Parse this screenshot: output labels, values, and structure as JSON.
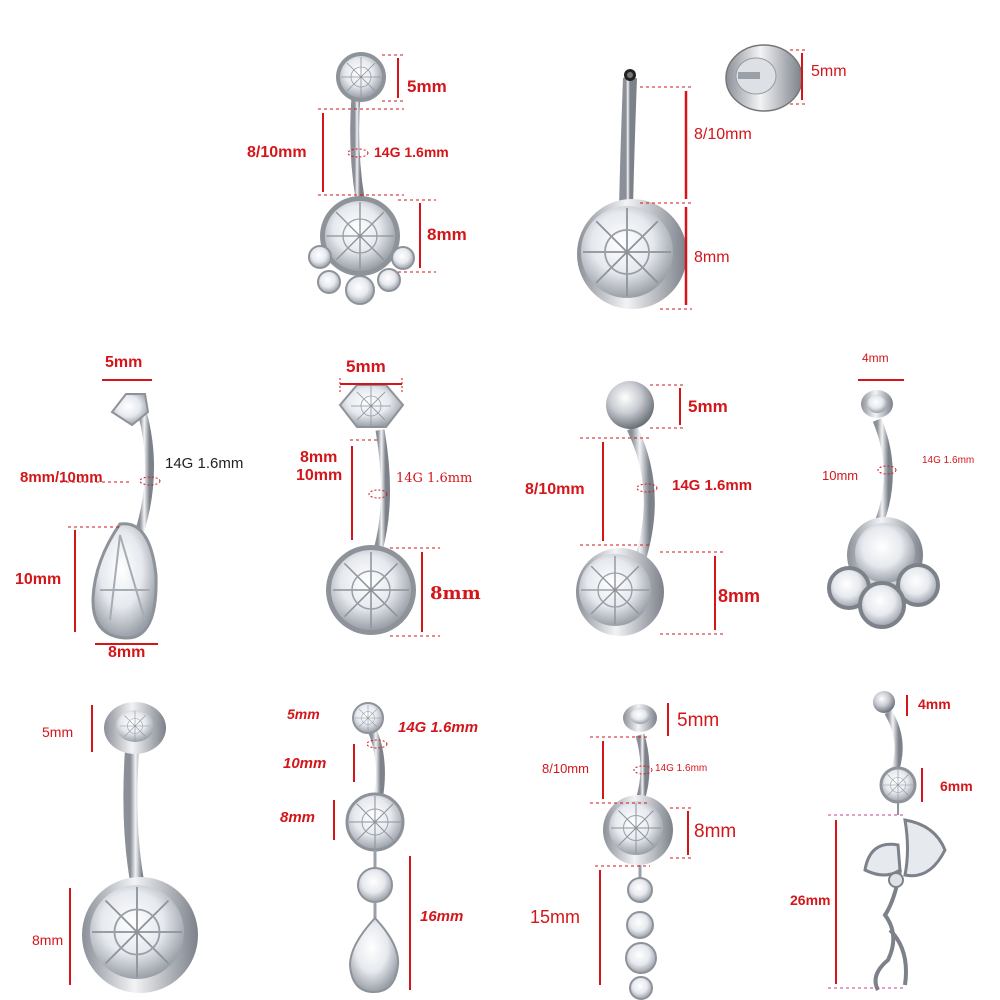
{
  "colors": {
    "annotation": "#d4161a",
    "metal": "#b8bcc4",
    "gem": "#e9edf2",
    "background": "#ffffff"
  },
  "products": [
    {
      "name": "triple-cluster-navel-ring",
      "labels": {
        "top_gem": "5mm",
        "bar_length": "8/10mm",
        "gauge": "14G 1.6mm",
        "bottom_gem": "8mm"
      }
    },
    {
      "name": "internally-threaded-navel-ring",
      "labels": {
        "top_ball": "5mm",
        "bar_length": "8/10mm",
        "bottom_gem": "8mm"
      }
    },
    {
      "name": "teardrop-navel-ring",
      "labels": {
        "top_width": "5mm",
        "bar_length": "8mm/10mm",
        "gauge": "14G 1.6mm",
        "drop_height": "10mm",
        "drop_width": "8mm"
      }
    },
    {
      "name": "prong-set-navel-ring",
      "labels": {
        "top_width": "5mm",
        "bar_length_a": "8mm",
        "bar_length_b": "10mm",
        "gauge": "14G 1.6mm",
        "bottom_gem": "8mm"
      }
    },
    {
      "name": "ball-top-navel-ring",
      "labels": {
        "top_ball": "5mm",
        "bar_length": "8/10mm",
        "gauge": "14G 1.6mm",
        "bottom_gem": "8mm"
      }
    },
    {
      "name": "flower-cluster-navel-ring",
      "labels": {
        "top_width": "4mm",
        "bar_length": "10mm",
        "gauge": "14G 1.6mm"
      }
    },
    {
      "name": "classic-bezel-navel-ring",
      "labels": {
        "top_gem": "5mm",
        "bottom_gem": "8mm"
      }
    },
    {
      "name": "dangle-teardrop-navel-ring",
      "labels": {
        "top_gem": "5mm",
        "gauge": "14G 1.6mm",
        "bar_length": "10mm",
        "main_gem": "8mm",
        "dangle_length": "16mm"
      }
    },
    {
      "name": "triple-dangle-navel-ring",
      "labels": {
        "top_gem": "5mm",
        "bar_length": "8/10mm",
        "gauge": "14G 1.6mm",
        "main_gem": "8mm",
        "dangle_length": "15mm"
      }
    },
    {
      "name": "fairy-dangle-navel-ring",
      "labels": {
        "top_ball": "4mm",
        "top_gem": "6mm",
        "dangle_length": "26mm"
      }
    }
  ]
}
